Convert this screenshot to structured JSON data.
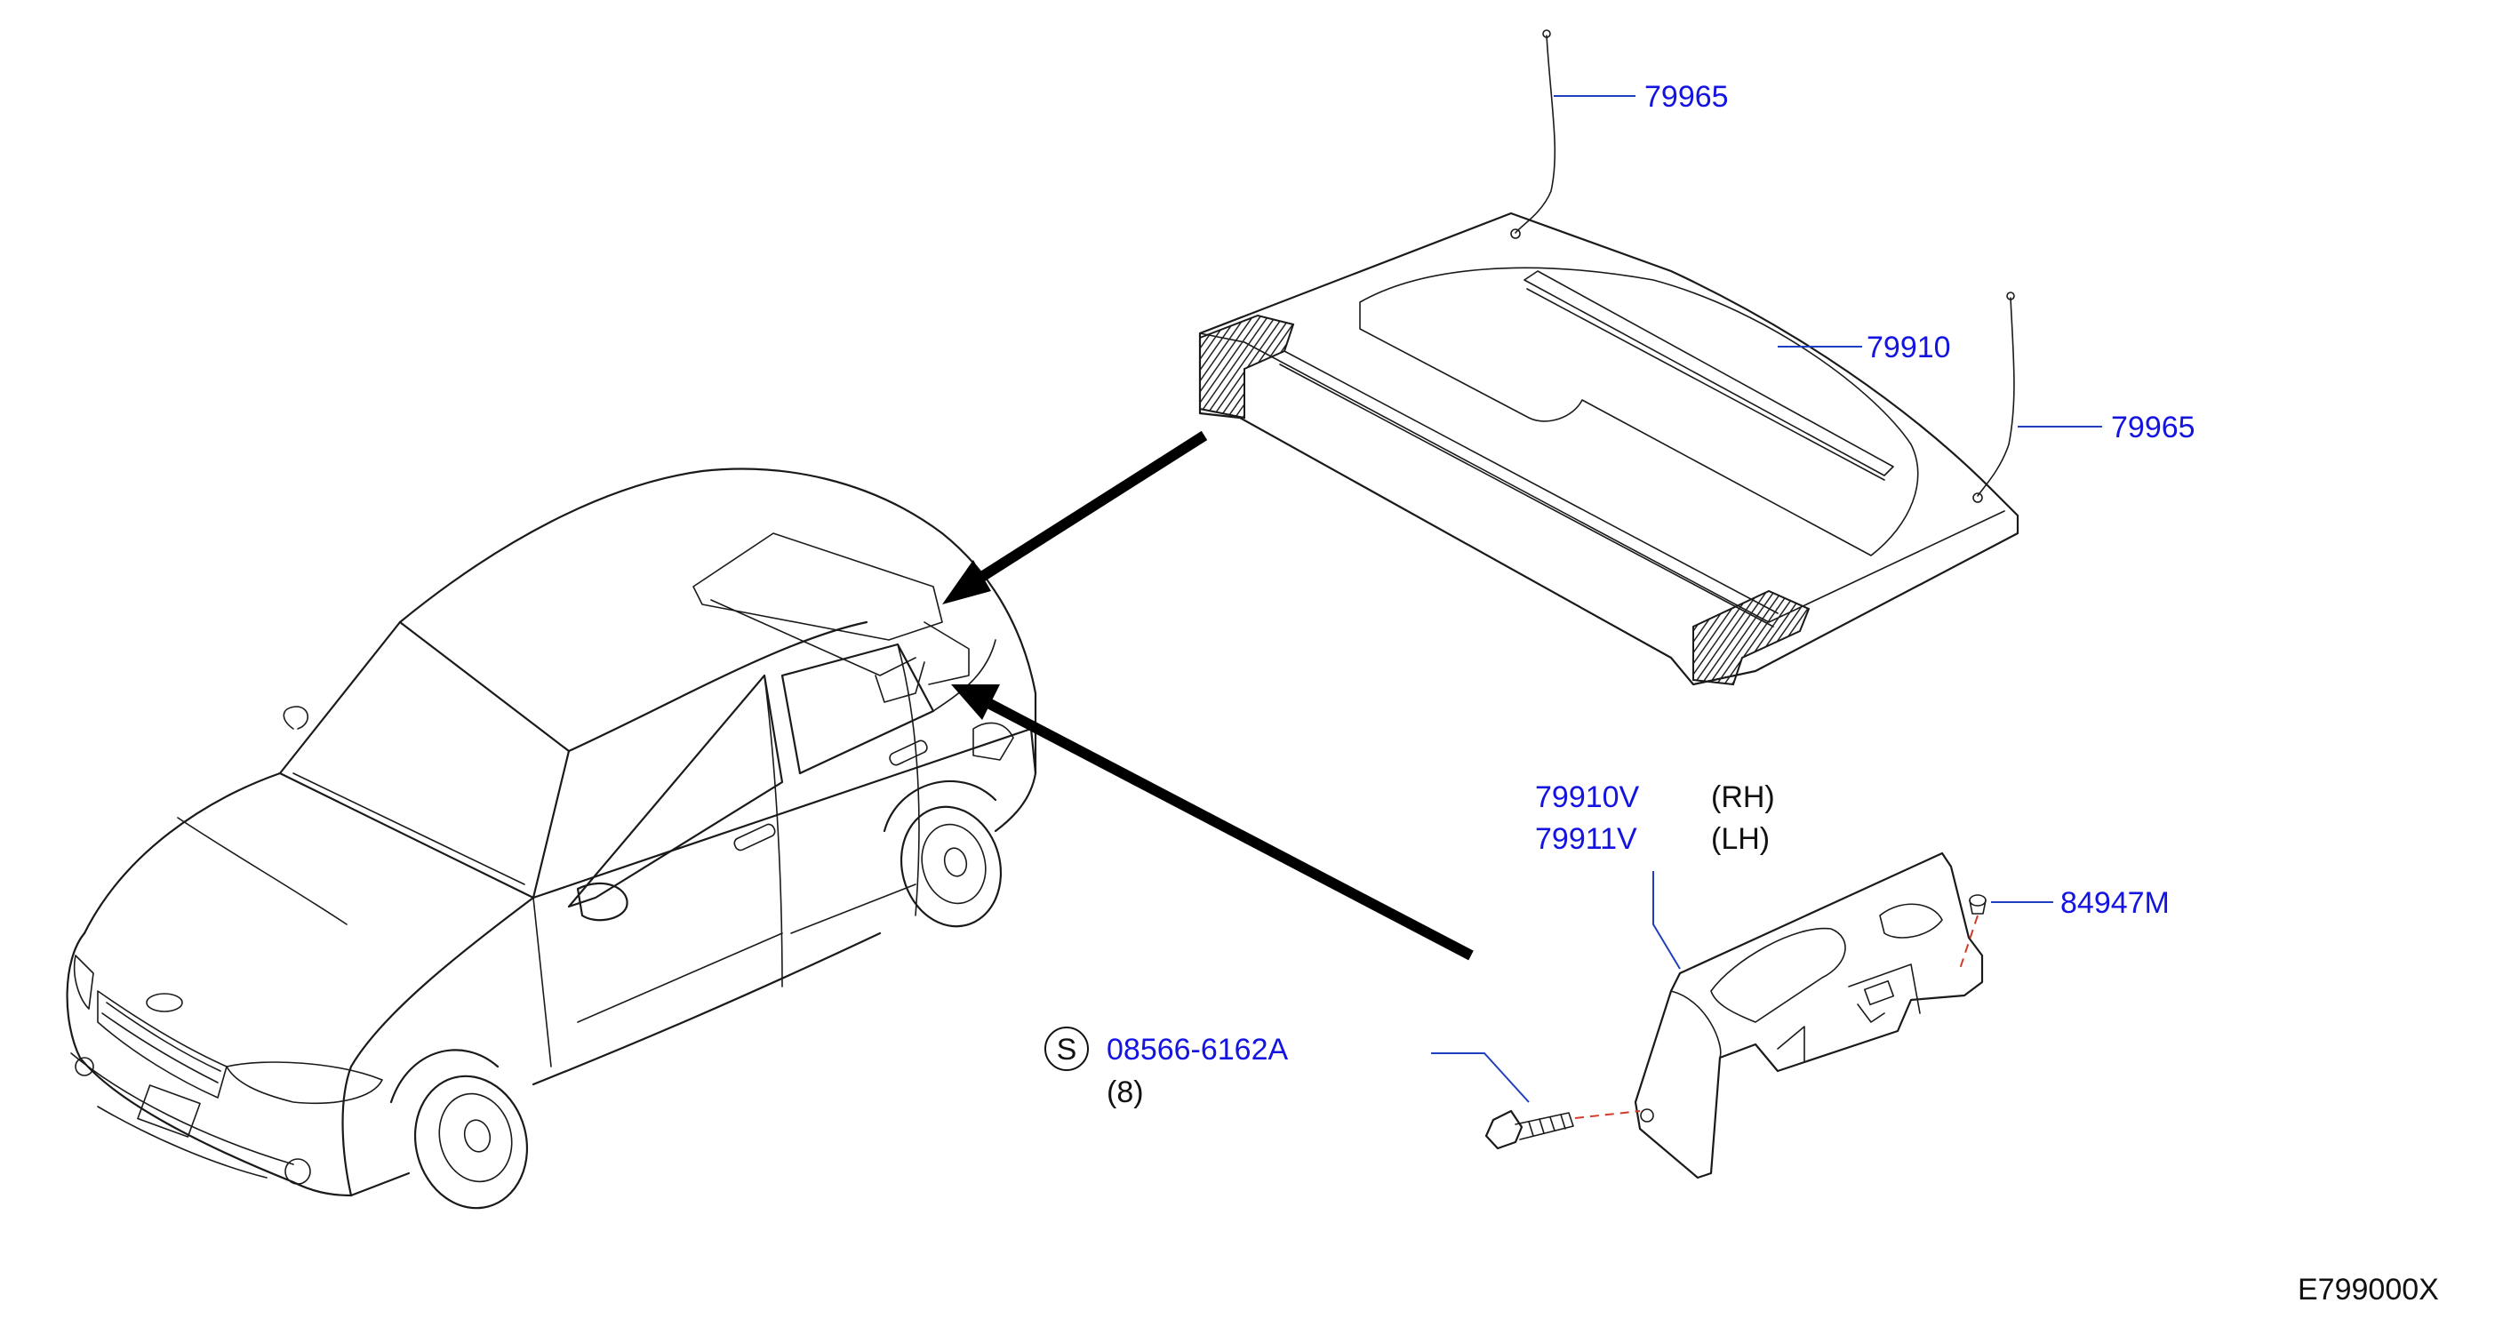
{
  "callouts": {
    "c_79965_top": "79965",
    "c_79910": "79910",
    "c_79965_right": "79965",
    "c_79910V": "79910V",
    "c_79910V_side": "(RH)",
    "c_79911V": "79911V",
    "c_79911V_side": "(LH)",
    "c_84947M": "84947M",
    "c_08566": "08566-6162A",
    "c_08566_qty": "(8)",
    "std_marker": "S"
  },
  "figure_code": "E799000X",
  "colors": {
    "part_number": "#1414e0",
    "leader": "#1f3fbf",
    "line": "#1a1a1a",
    "fastener_dash": "#d23a2a"
  }
}
